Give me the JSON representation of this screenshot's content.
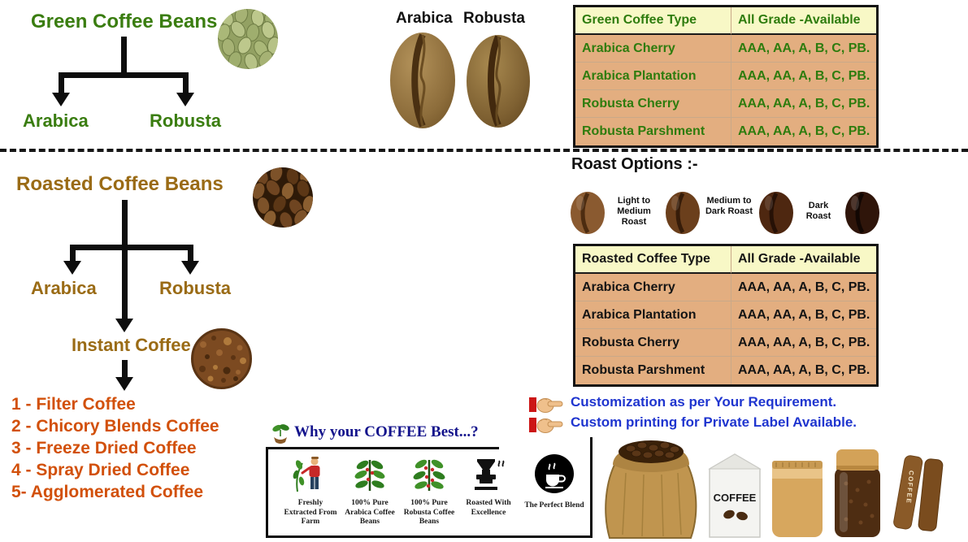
{
  "green_section": {
    "title": "Green Coffee Beans",
    "branch_left": "Arabica",
    "branch_right": "Robusta"
  },
  "bean_compare": {
    "left_label": "Arabica",
    "right_label": "Robusta"
  },
  "green_table": {
    "headers": [
      "Green Coffee Type",
      "All Grade -Available"
    ],
    "rows": [
      [
        "Arabica Cherry",
        "AAA, AA, A, B, C, PB."
      ],
      [
        "Arabica Plantation",
        "AAA, AA, A, B, C, PB."
      ],
      [
        "Robusta Cherry",
        "AAA, AA, A, B, C, PB."
      ],
      [
        "Robusta Parshment",
        "AAA, AA, A, B, C, PB."
      ]
    ]
  },
  "roasted_section": {
    "title": "Roasted Coffee Beans",
    "branch_left": "Arabica",
    "branch_right": "Robusta",
    "instant_title": "Instant Coffee",
    "instant_types": [
      "1 - Filter Coffee",
      "2 - Chicory Blends Coffee",
      "3 - Freeze Dried Coffee",
      "4 - Spray Dried Coffee",
      "5- Agglomerated Coffee"
    ]
  },
  "roast_options": {
    "title": "Roast Options :-",
    "labels": [
      "Light to Medium Roast",
      "Medium to Dark Roast",
      "Dark Roast"
    ]
  },
  "roasted_table": {
    "headers": [
      "Roasted Coffee Type",
      "All Grade -Available"
    ],
    "rows": [
      [
        "Arabica Cherry",
        "AAA, AA, A, B, C, PB."
      ],
      [
        "Arabica Plantation",
        "AAA, AA, A, B, C, PB."
      ],
      [
        "Robusta Cherry",
        "AAA, AA, A, B, C, PB."
      ],
      [
        "Robusta Parshment",
        "AAA, AA, A, B, C, PB."
      ]
    ]
  },
  "callouts": {
    "line1": "Customization as per Your Requirement.",
    "line2": "Custom printing for Private Label Available."
  },
  "why_best": {
    "title": "Why your COFFEE Best...?",
    "captions": [
      "Freshly Extracted From Farm",
      "100% Pure Arabica Coffee Beans",
      "100% Pure Robusta Coffee Beans",
      "Roasted With Excellence",
      "The Perfect Blend"
    ]
  },
  "products": {
    "bag_text": "COFFEE",
    "stick_text": "COFFEE"
  },
  "colors": {
    "green": "#3a7d10",
    "brown": "#9a6b15",
    "orange": "#d2500a",
    "blue": "#1f35cf",
    "table_header_bg": "#f8f8c6",
    "table_row_bg": "#e3ae80"
  }
}
